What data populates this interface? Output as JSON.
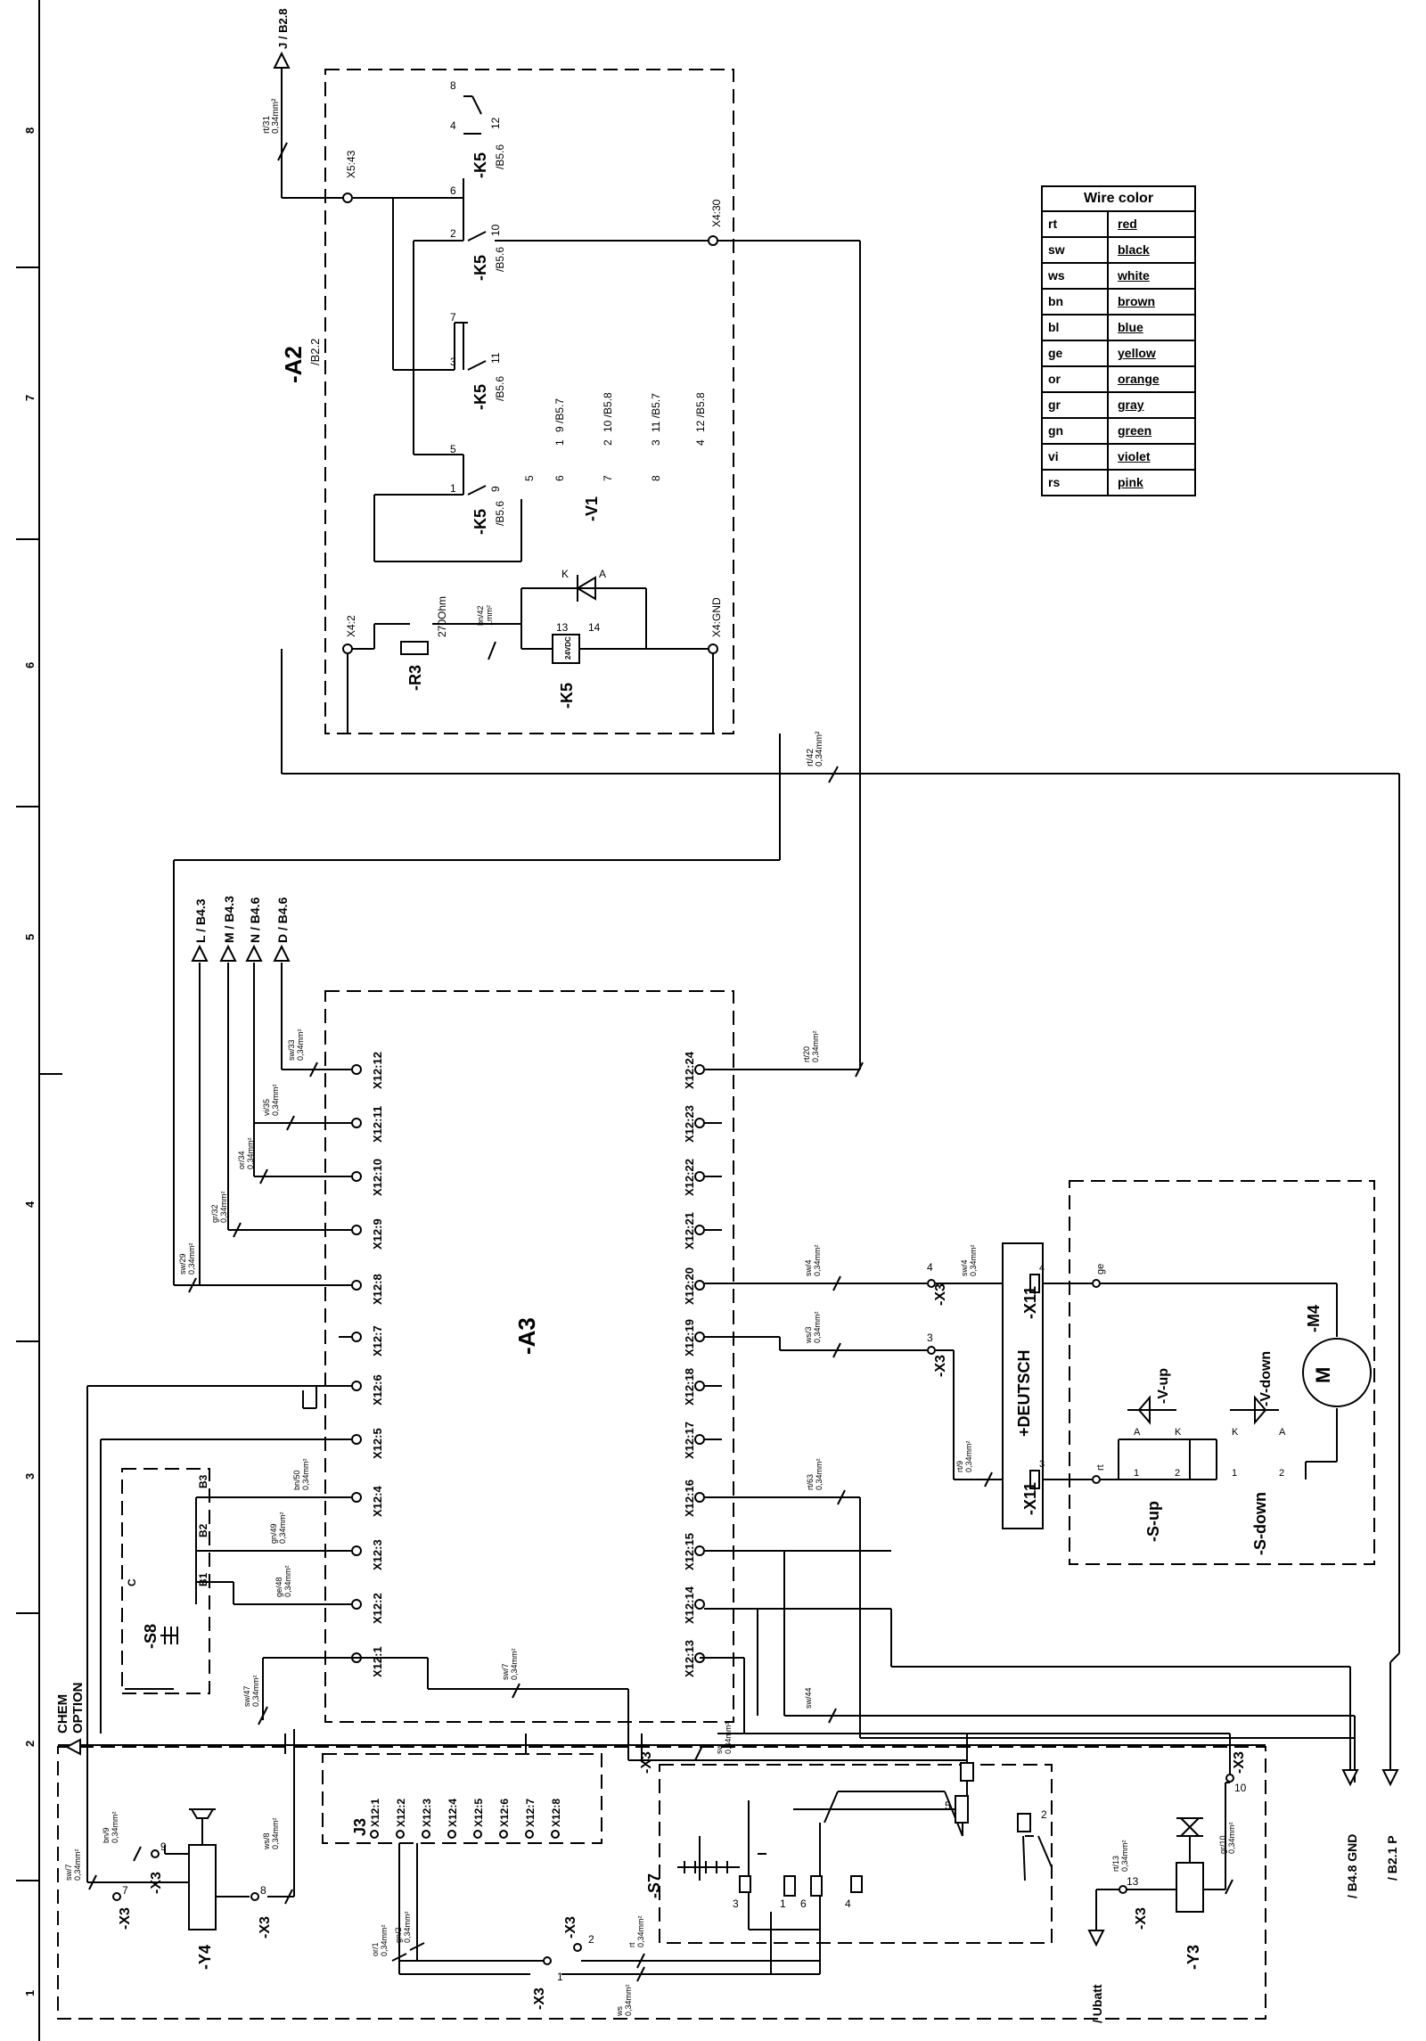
{
  "sheet": {
    "rulerNumbers": [
      "8",
      "7",
      "6",
      "5",
      "4",
      "3",
      "2",
      "1"
    ]
  },
  "components": {
    "a2": {
      "name": "-A2",
      "ref": "/B2.2"
    },
    "a3": {
      "name": "-A3"
    },
    "k5": {
      "name": "-K5",
      "ref": "/B5.6",
      "coil": "24VDC",
      "coilA": "13",
      "coilB": "14"
    },
    "r3": {
      "name": "-R3",
      "value": "270Ohm"
    },
    "v1": {
      "name": "-V1",
      "k": "K",
      "a": "A"
    },
    "x11a": {
      "name": "-X11",
      "pin": "4"
    },
    "x11b": {
      "name": "-X11",
      "pin": "3"
    },
    "deutsch": {
      "name": "+DEUTSCH"
    },
    "m4": {
      "name": "-M4",
      "symbol": "M"
    },
    "vup": {
      "name": "-V-up"
    },
    "vdown": {
      "name": "-V-down"
    },
    "sup": {
      "name": "-S-up"
    },
    "sdown": {
      "name": "-S-down"
    },
    "s8": {
      "name": "-S8",
      "c": "C",
      "b1": "B1",
      "b2": "B2",
      "b3": "B3"
    },
    "s7": {
      "name": "-S7"
    },
    "j3": {
      "name": "J3"
    },
    "y4": {
      "name": "-Y4"
    },
    "y3": {
      "name": "-Y3"
    },
    "chem": {
      "line1": "CHEM",
      "line2": "OPTION"
    }
  },
  "a2Terminals": [
    "X5:43",
    "X4:30",
    "X4:2",
    "X4:GND"
  ],
  "a3Left": [
    "X12:12",
    "X12:11",
    "X12:10",
    "X12:9",
    "X12:8",
    "X12:7",
    "X12:6",
    "X12:5",
    "X12:4",
    "X12:3",
    "X12:2",
    "X12:1"
  ],
  "a3Right": [
    "X12:24",
    "X12:23",
    "X12:22",
    "X12:21",
    "X12:20",
    "X12:19",
    "X12:18",
    "X12:17",
    "X12:16",
    "X12:15",
    "X12:14",
    "X12:13"
  ],
  "j3Pins": [
    "X12:1",
    "X12:2",
    "X12:3",
    "X12:4",
    "X12:5",
    "X12:6",
    "X12:7",
    "X12:8"
  ],
  "contacts": {
    "k5c1": {
      "p1": "8",
      "p2": "4",
      "num": "12"
    },
    "k5c2": {
      "p1": "6",
      "p2": "2",
      "num": "10"
    },
    "k5c3": {
      "p1": "7",
      "p2": "3",
      "num": "11"
    },
    "k5c4": {
      "p1": "5",
      "p2": "1",
      "num": "9"
    }
  },
  "v1Contacts": [
    {
      "a": "5",
      "b": "1",
      "ref": "9 /B5.7"
    },
    {
      "a": "6",
      "b": "2",
      "ref": "10 /B5.8"
    },
    {
      "a": "7",
      "b": "3",
      "ref": "11 /B5.7"
    },
    {
      "a": "8",
      "b": "4",
      "ref": "12 /B5.8"
    }
  ],
  "arrows": {
    "l": "L / B4.3",
    "m": "M / B4.3",
    "n": "N / B4.6",
    "d": "D / B4.6",
    "j": "J / B2.8",
    "gnd": "/ B4.8  GND",
    "p": "/ B2.1  P",
    "ubatt": "/ Ubatt"
  },
  "wires": {
    "rt31": "rt/31",
    "rt42": "rt/42",
    "bn42": "bn/42",
    "rt20": "rt/20",
    "sw29": "sw/29",
    "gr32": "gr/32",
    "or34": "or/34",
    "vi35": "vi/35",
    "sw33": "sw/33",
    "bn50": "bn/50",
    "gn49": "gn/49",
    "ge48": "ge/48",
    "sw47": "sw/47",
    "sw7a": "sw/7",
    "sw7b": "sw/7",
    "sw4a": "sw/4",
    "sw4b": "sw/4",
    "ws3": "ws/3",
    "rt9": "rt/9",
    "rt63": "rt/63",
    "sw44": "sw/44",
    "sw": "sw",
    "bn9": "bn/9",
    "ws8": "ws/8",
    "or1": "or/1",
    "gn2": "gn/2",
    "rt": "rt",
    "ws": "ws",
    "rt13": "rt/13",
    "gr10": "gr/10",
    "cs034": "0,34mm²",
    "cs1": "1mm²"
  },
  "connectors": {
    "x5": "-X5",
    "x3_4": "-X3",
    "x3_3": "-X3",
    "x3_9": "-X3",
    "x3_7": "-X3",
    "x3_8": "-X3",
    "x3_1": "-X3",
    "x3_2": "-X3",
    "x3_10": "-X3",
    "x3_13": "-X3",
    "p4": "4",
    "p3": "3",
    "p9": "9",
    "p7": "7",
    "p8": "8",
    "p1": "1",
    "p2": "2",
    "p10": "10",
    "p13": "13"
  },
  "motorWires": {
    "ge": "ge",
    "rt": "rt",
    "a": "A",
    "k": "K",
    "one": "1",
    "two": "2"
  },
  "s7Labels": [
    "5",
    "2",
    "3",
    "1",
    "6",
    "4"
  ],
  "wireColorTable": {
    "title": "Wire color",
    "rows": [
      [
        "rt",
        "red"
      ],
      [
        "sw",
        "black"
      ],
      [
        "ws",
        "white"
      ],
      [
        "bn",
        "brown"
      ],
      [
        "bl",
        "blue"
      ],
      [
        "ge",
        "yellow"
      ],
      [
        "or",
        "orange"
      ],
      [
        "gr",
        "gray"
      ],
      [
        "gn",
        "green"
      ],
      [
        "vi",
        "violet"
      ],
      [
        "rs",
        "pink"
      ]
    ]
  }
}
